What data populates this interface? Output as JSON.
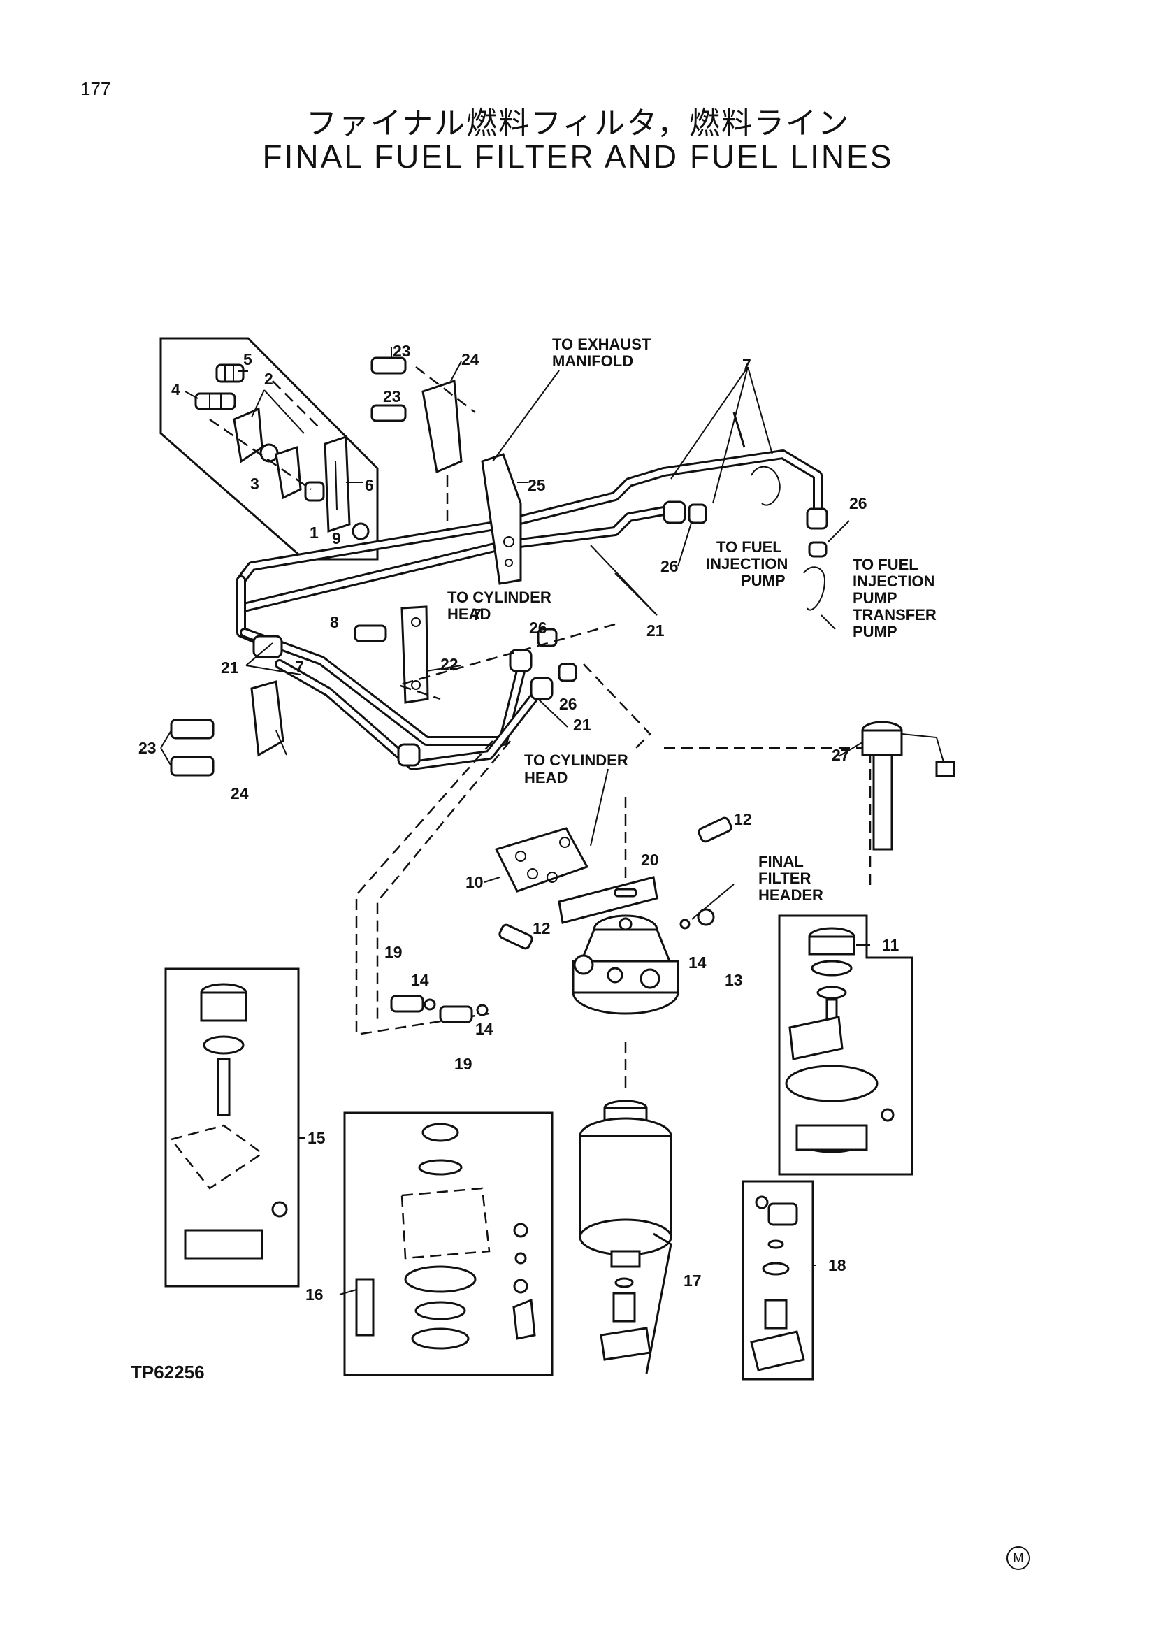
{
  "page": {
    "number": "177",
    "title_jp": "ファイナル燃料フィルタ，燃料ライン",
    "title_en": "FINAL FUEL FILTER AND FUEL LINES",
    "figure_code": "TP62256",
    "corner_mark": "M"
  },
  "notes": {
    "to_exhaust_1": "TO EXHAUST",
    "to_exhaust_2": "MANIFOLD",
    "to_cyl_head_1": "TO CYLINDER",
    "to_cyl_head_2": "HEAD",
    "to_cyl_head_b1": "TO CYLINDER",
    "to_cyl_head_b2": "HEAD",
    "to_fuel_inj_1": "TO FUEL",
    "to_fuel_inj_2": "INJECTION",
    "to_fuel_inj_3": "PUMP",
    "to_transfer_1": "TO FUEL",
    "to_transfer_2": "INJECTION",
    "to_transfer_3": "PUMP",
    "to_transfer_4": "TRANSFER",
    "to_transfer_5": "PUMP",
    "final_1": "FINAL",
    "final_2": "FILTER",
    "final_3": "HEADER"
  },
  "callouts": {
    "c1": "1",
    "c2": "2",
    "c3": "3",
    "c4": "4",
    "c5": "5",
    "c6": "6",
    "c7": "7",
    "c8": "8",
    "c9": "9",
    "c10": "10",
    "c11": "11",
    "c12": "12",
    "c13": "13",
    "c14": "14",
    "c15": "15",
    "c16": "16",
    "c17": "17",
    "c18": "18",
    "c19": "19",
    "c20": "20",
    "c21": "21",
    "c22": "22",
    "c23": "23",
    "c24": "24",
    "c25": "25",
    "c26": "26",
    "c27": "27"
  }
}
